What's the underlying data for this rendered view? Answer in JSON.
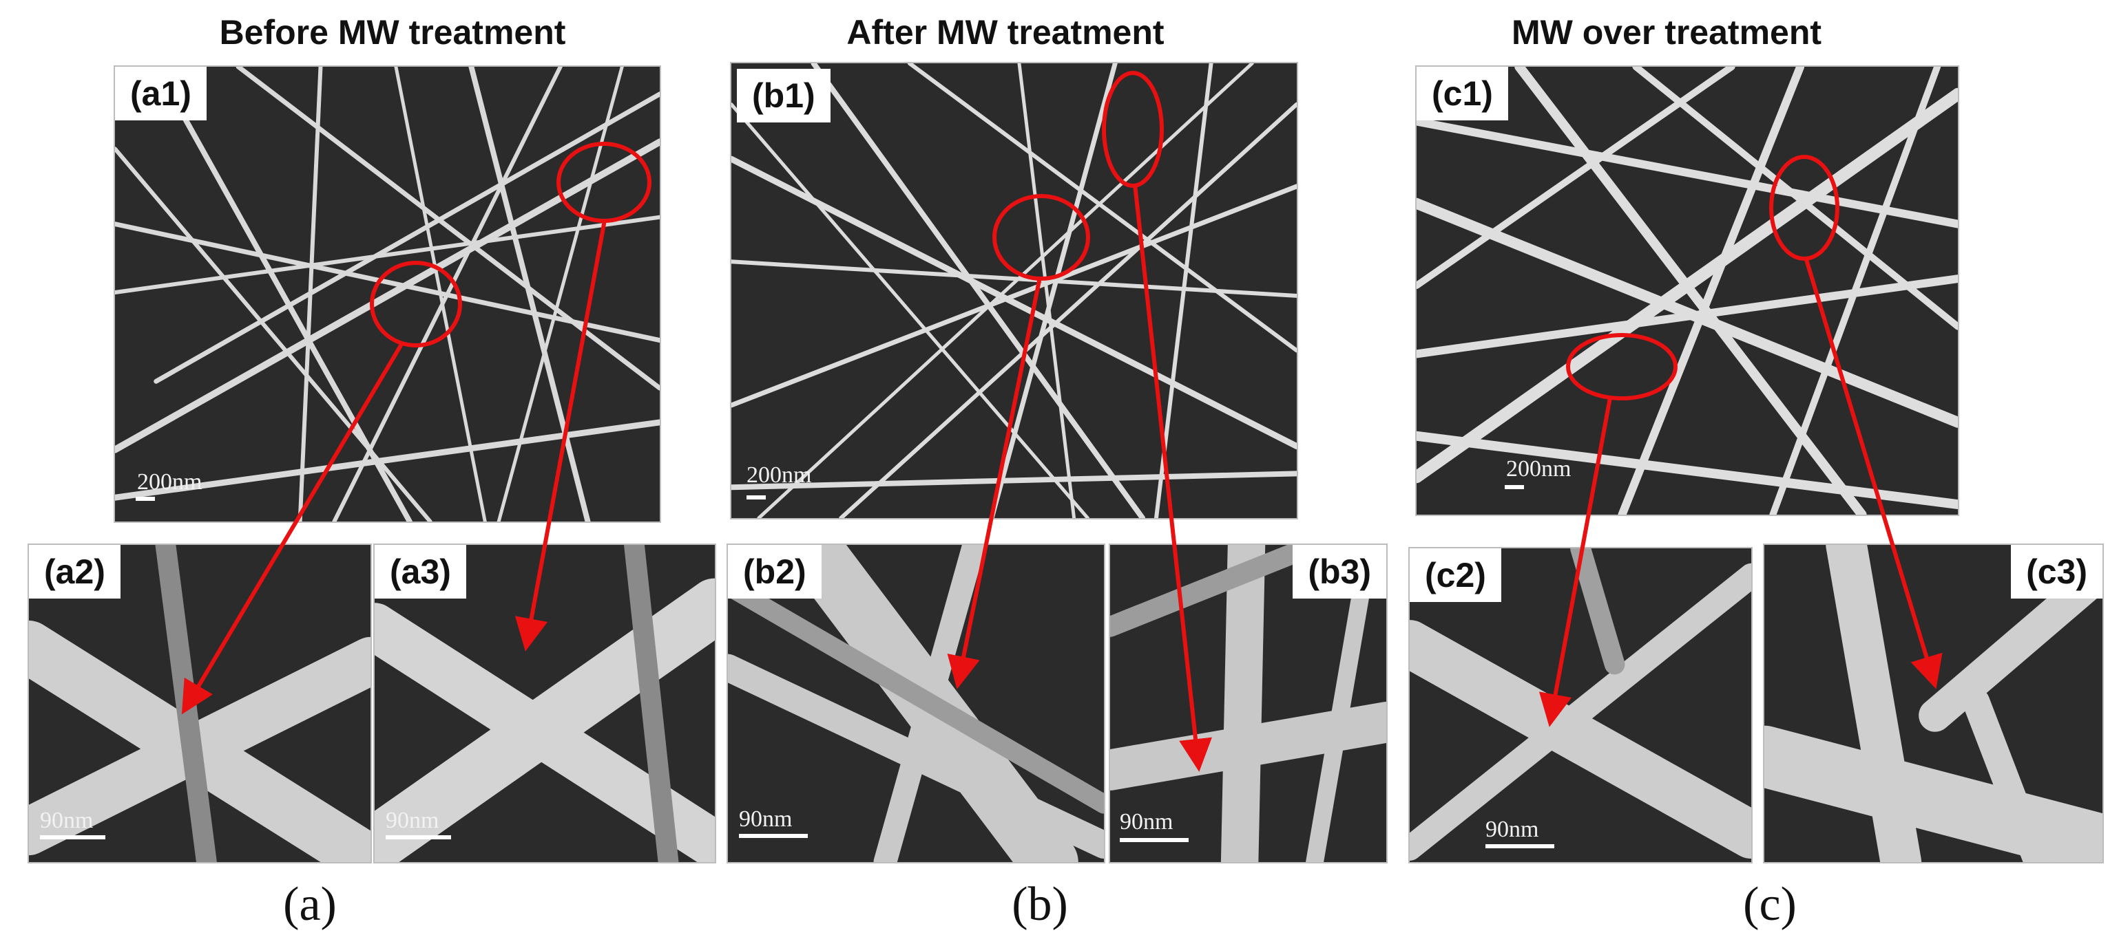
{
  "columns": [
    {
      "title": "Before MW treatment",
      "main": {
        "label": "(a1)",
        "scale": "200nm"
      },
      "insets": [
        {
          "label": "(a2)",
          "scale": "90nm"
        },
        {
          "label": "(a3)",
          "scale": "90nm"
        }
      ],
      "caption": "(a)"
    },
    {
      "title": "After MW treatment",
      "main": {
        "label": "(b1)",
        "scale": "200nm"
      },
      "insets": [
        {
          "label": "(b2)",
          "scale": "90nm"
        },
        {
          "label": "(b3)",
          "scale": "90nm"
        }
      ],
      "caption": "(b)"
    },
    {
      "title": "MW over treatment",
      "main": {
        "label": "(c1)",
        "scale": "200nm"
      },
      "insets": [
        {
          "label": "(c2)",
          "scale": "90nm"
        },
        {
          "label": "(c3)",
          "scale": ""
        }
      ],
      "caption": "(c)"
    }
  ],
  "colors": {
    "highlight": "#e81010",
    "sem_background": "#2b2b2b",
    "nanowire": "#d9d9d9"
  }
}
